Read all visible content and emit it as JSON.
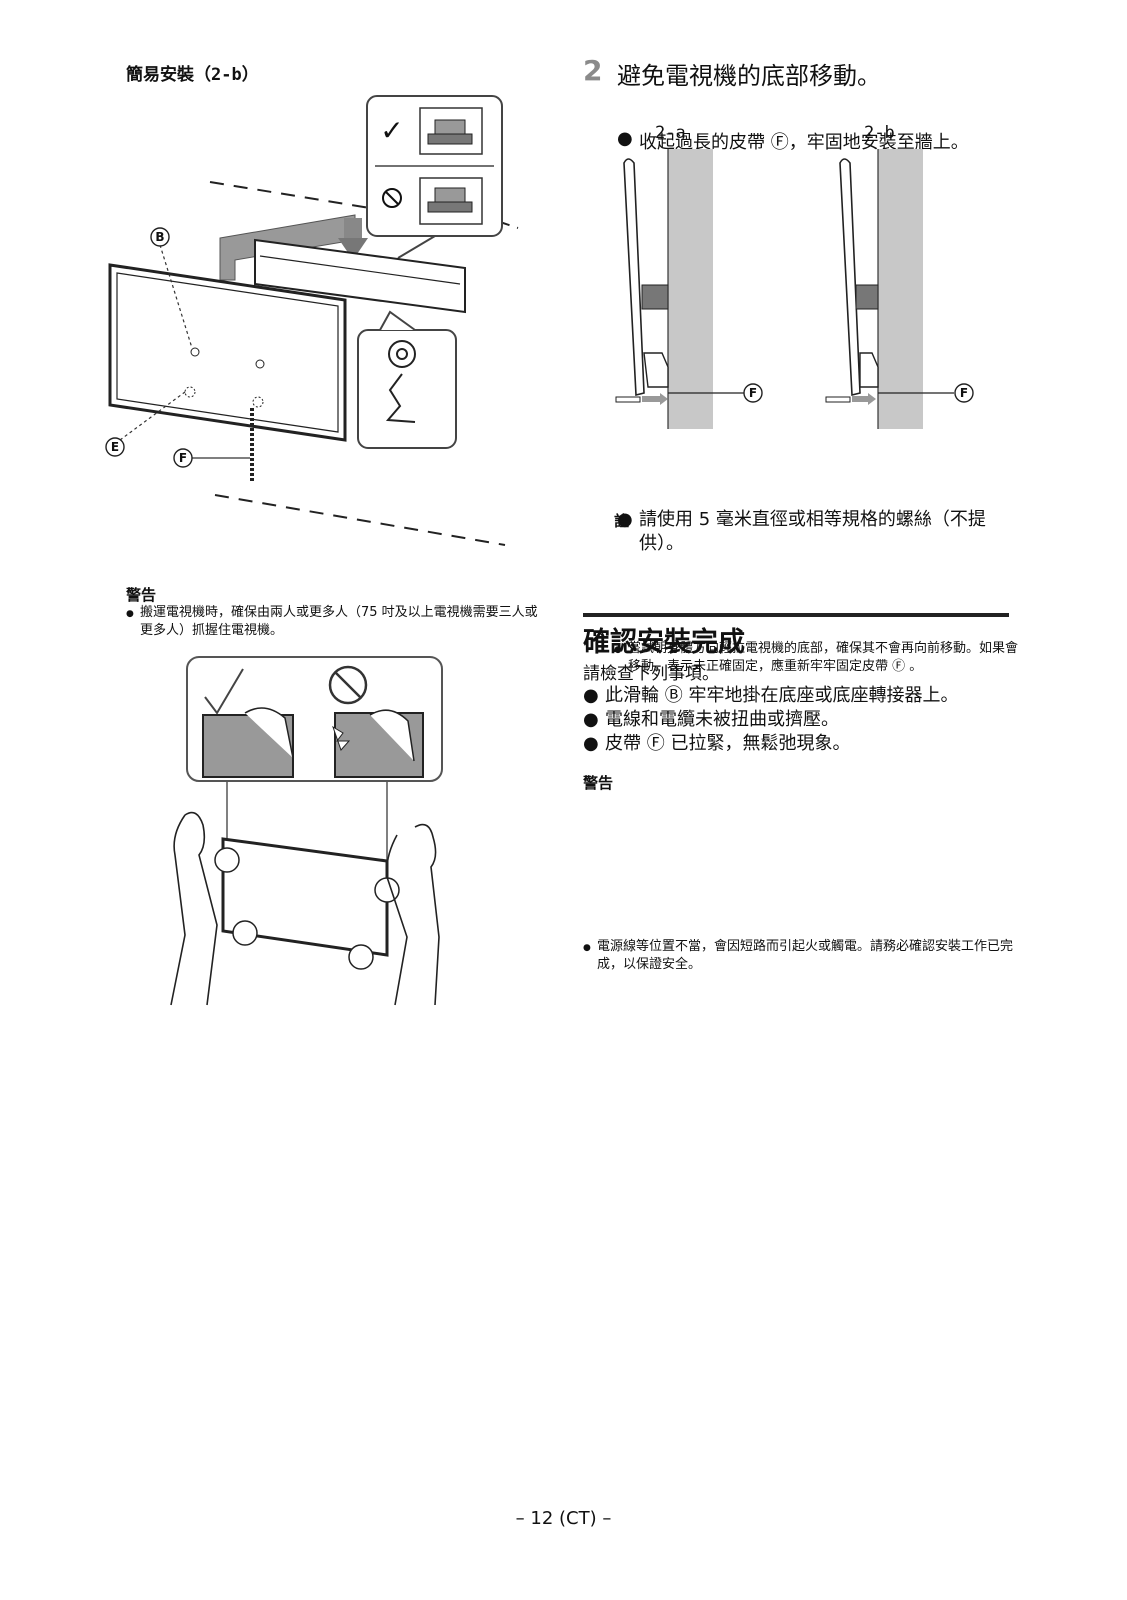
{
  "left": {
    "section_title": "簡易安裝（2-b）",
    "figure1": {
      "label_b": "B",
      "label_e": "E",
      "label_f": "F",
      "check": "✓"
    },
    "warning": {
      "heading": "警告",
      "item": "搬運電視機時，確保由兩人或更多人（75 吋及以上電視機需要三人或更多人）抓握住電視機。"
    }
  },
  "right": {
    "step_number": "2",
    "step_title": "避免電視機的底部移動。",
    "step_bullet": "收起過長的皮帶 Ⓕ，牢固地安裝至牆上。",
    "fig_label_a": "2-a",
    "fig_label_b": "2-b",
    "fig_callout": "F",
    "screw_bullet": "請使用 5 毫米直徑或相等規格的螺絲（不提供）。",
    "note": {
      "heading": "註",
      "item": "嘗試朝身體方向輕拉電視機的底部，確保其不會再向前移動。如果會移動，表示未正確固定，應重新牢牢固定皮帶 Ⓕ 。"
    },
    "confirm": {
      "title": "確認安裝完成",
      "intro": "請檢查下列事項。",
      "items": [
        "此滑輪 Ⓑ 牢牢地掛在底座或底座轉接器上。",
        "電線和電纜未被扭曲或擠壓。",
        "皮帶 Ⓕ 已拉緊，無鬆弛現象。"
      ]
    },
    "warning2": {
      "heading": "警告",
      "item": "電源線等位置不當，會因短路而引起火或觸電。請務必確認安裝工作已完成，以保證安全。"
    }
  },
  "footer": {
    "page": "– 12 (CT) –"
  }
}
